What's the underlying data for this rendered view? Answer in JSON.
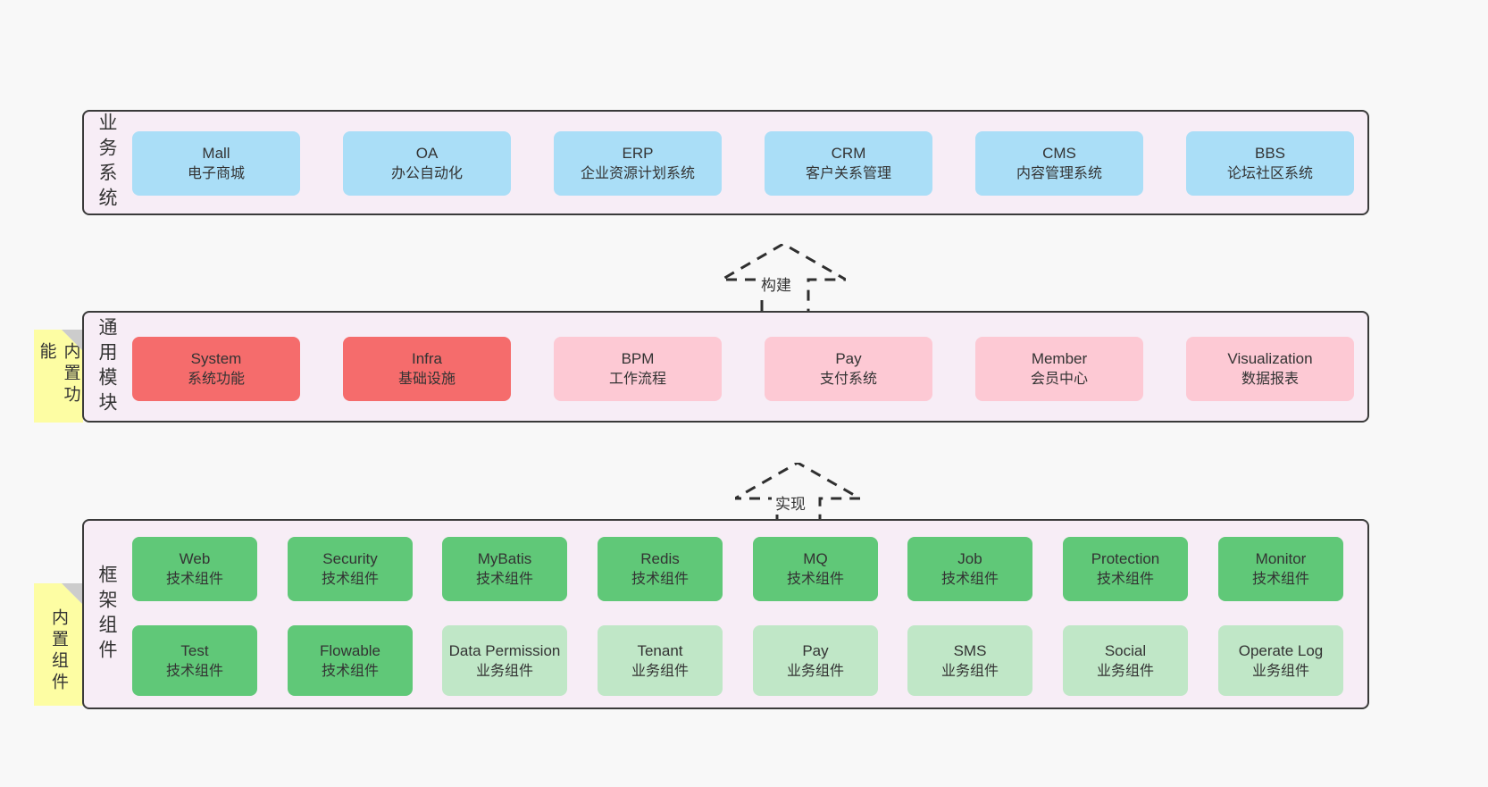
{
  "colors": {
    "page_bg": "#f8f8f8",
    "panel_bg": "#f7edf6",
    "border": "#3a3a3a",
    "line_dark": "#2f2f2f",
    "blue": "#aadef7",
    "red": "#f56c6c",
    "pink": "#fdc9d4",
    "green_dark": "#60c878",
    "green_light": "#c0e7c7",
    "yellow": "#fdfda3",
    "fold_gray": "#cccccc",
    "text": "#333333"
  },
  "business": {
    "label": "业务系统",
    "items": [
      {
        "en": "Mall",
        "zh": "电子商城"
      },
      {
        "en": "OA",
        "zh": "办公自动化"
      },
      {
        "en": "ERP",
        "zh": "企业资源计划系统"
      },
      {
        "en": "CRM",
        "zh": "客户关系管理"
      },
      {
        "en": "CMS",
        "zh": "内容管理系统"
      },
      {
        "en": "BBS",
        "zh": "论坛社区系统"
      }
    ]
  },
  "arrow_build": {
    "label": "构建"
  },
  "modules": {
    "label": "通用模块",
    "note": "内置功能",
    "items": [
      {
        "en": "System",
        "zh": "系统功能",
        "variant": "red"
      },
      {
        "en": "Infra",
        "zh": "基础设施",
        "variant": "red"
      },
      {
        "en": "BPM",
        "zh": "工作流程",
        "variant": "pink"
      },
      {
        "en": "Pay",
        "zh": "支付系统",
        "variant": "pink"
      },
      {
        "en": "Member",
        "zh": "会员中心",
        "variant": "pink"
      },
      {
        "en": "Visualization",
        "zh": "数据报表",
        "variant": "pink"
      }
    ]
  },
  "arrow_implement": {
    "label": "实现"
  },
  "components": {
    "label": "框架组件",
    "note": "内置组件",
    "row1": [
      {
        "en": "Web",
        "zh": "技术组件",
        "variant": "green-dark"
      },
      {
        "en": "Security",
        "zh": "技术组件",
        "variant": "green-dark"
      },
      {
        "en": "MyBatis",
        "zh": "技术组件",
        "variant": "green-dark"
      },
      {
        "en": "Redis",
        "zh": "技术组件",
        "variant": "green-dark"
      },
      {
        "en": "MQ",
        "zh": "技术组件",
        "variant": "green-dark"
      },
      {
        "en": "Job",
        "zh": "技术组件",
        "variant": "green-dark"
      },
      {
        "en": "Protection",
        "zh": "技术组件",
        "variant": "green-dark"
      },
      {
        "en": "Monitor",
        "zh": "技术组件",
        "variant": "green-dark"
      }
    ],
    "row2": [
      {
        "en": "Test",
        "zh": "技术组件",
        "variant": "green-dark"
      },
      {
        "en": "Flowable",
        "zh": "技术组件",
        "variant": "green-dark"
      },
      {
        "en": "Data Permission",
        "zh": "业务组件",
        "variant": "green-light"
      },
      {
        "en": "Tenant",
        "zh": "业务组件",
        "variant": "green-light"
      },
      {
        "en": "Pay",
        "zh": "业务组件",
        "variant": "green-light"
      },
      {
        "en": "SMS",
        "zh": "业务组件",
        "variant": "green-light"
      },
      {
        "en": "Social",
        "zh": "业务组件",
        "variant": "green-light"
      },
      {
        "en": "Operate Log",
        "zh": "业务组件",
        "variant": "green-light"
      }
    ]
  }
}
